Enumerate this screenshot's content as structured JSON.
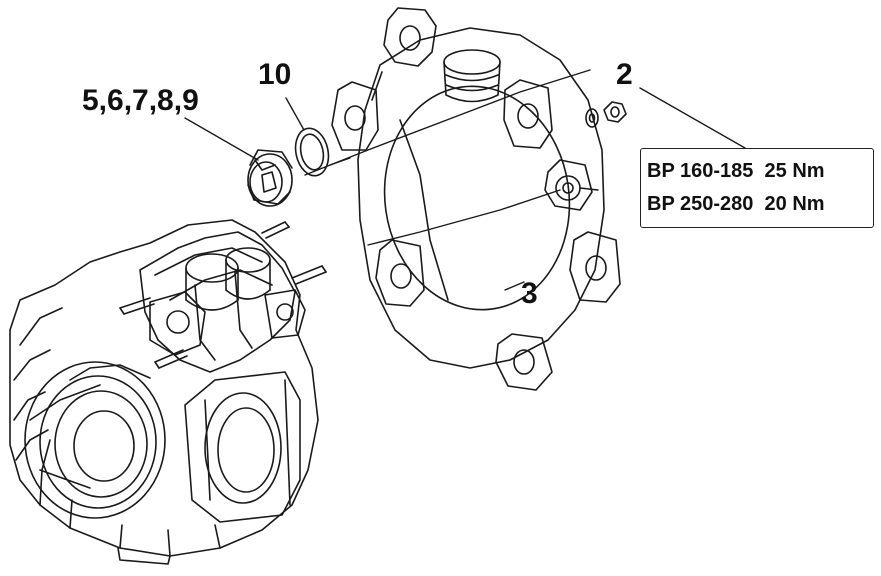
{
  "callouts": {
    "seal_kit": "5,6,7,8,9",
    "o_ring": "10",
    "nut_washer": "2",
    "cover_plate": "3"
  },
  "torque_table": {
    "rows": [
      {
        "model": "BP 160-185",
        "torque": "25 Nm"
      },
      {
        "model": "BP 250-280",
        "torque": "20 Nm"
      }
    ]
  }
}
